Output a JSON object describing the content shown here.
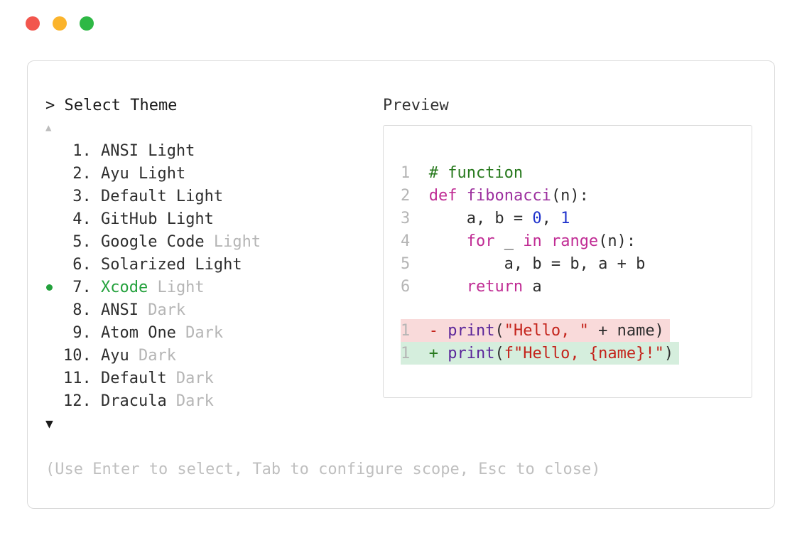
{
  "window": {
    "controls": [
      {
        "name": "close",
        "color": "#f2564d"
      },
      {
        "name": "minimize",
        "color": "#fbb42c"
      },
      {
        "name": "zoom",
        "color": "#2eb845"
      }
    ]
  },
  "picker": {
    "prompt": "> Select Theme",
    "up_indicator": "▲",
    "down_indicator": "▼",
    "hint": "(Use Enter to select, Tab to configure scope, Esc to close)",
    "items": [
      {
        "num": "1.",
        "name": "ANSI",
        "variant": "Light",
        "dim_variant": false,
        "selected": false
      },
      {
        "num": "2.",
        "name": "Ayu",
        "variant": "Light",
        "dim_variant": false,
        "selected": false
      },
      {
        "num": "3.",
        "name": "Default",
        "variant": "Light",
        "dim_variant": false,
        "selected": false
      },
      {
        "num": "4.",
        "name": "GitHub",
        "variant": "Light",
        "dim_variant": false,
        "selected": false
      },
      {
        "num": "5.",
        "name": "Google Code",
        "variant": "Light",
        "dim_variant": true,
        "selected": false
      },
      {
        "num": "6.",
        "name": "Solarized",
        "variant": "Light",
        "dim_variant": false,
        "selected": false
      },
      {
        "num": "7.",
        "name": "Xcode",
        "variant": "Light",
        "dim_variant": true,
        "selected": true
      },
      {
        "num": "8.",
        "name": "ANSI",
        "variant": "Dark",
        "dim_variant": true,
        "selected": false
      },
      {
        "num": "9.",
        "name": "Atom One",
        "variant": "Dark",
        "dim_variant": true,
        "selected": false
      },
      {
        "num": "10.",
        "name": "Ayu",
        "variant": "Dark",
        "dim_variant": true,
        "selected": false
      },
      {
        "num": "11.",
        "name": "Default",
        "variant": "Dark",
        "dim_variant": true,
        "selected": false
      },
      {
        "num": "12.",
        "name": "Dracula",
        "variant": "Dark",
        "dim_variant": true,
        "selected": false
      }
    ]
  },
  "preview": {
    "title": "Preview",
    "code_lines": [
      {
        "num": "1",
        "segments": [
          {
            "t": "# function",
            "c": "comment"
          }
        ]
      },
      {
        "num": "2",
        "segments": [
          {
            "t": "def",
            "c": "keyword"
          },
          {
            "t": " "
          },
          {
            "t": "fibonacci",
            "c": "defname"
          },
          {
            "t": "(n):"
          }
        ]
      },
      {
        "num": "3",
        "segments": [
          {
            "t": "    a, b = "
          },
          {
            "t": "0",
            "c": "number"
          },
          {
            "t": ", "
          },
          {
            "t": "1",
            "c": "number"
          }
        ]
      },
      {
        "num": "4",
        "segments": [
          {
            "t": "    "
          },
          {
            "t": "for",
            "c": "keyword"
          },
          {
            "t": " _ "
          },
          {
            "t": "in",
            "c": "keyword"
          },
          {
            "t": " "
          },
          {
            "t": "range",
            "c": "keyword"
          },
          {
            "t": "(n):"
          }
        ]
      },
      {
        "num": "5",
        "segments": [
          {
            "t": "        a, b = b, a + b"
          }
        ]
      },
      {
        "num": "6",
        "segments": [
          {
            "t": "    "
          },
          {
            "t": "return",
            "c": "keyword"
          },
          {
            "t": " a"
          }
        ]
      }
    ],
    "diff_lines": [
      {
        "num": "1",
        "kind": "removed",
        "segments": [
          {
            "t": "- ",
            "c": "diff-minus"
          },
          {
            "t": "print",
            "c": "builtin"
          },
          {
            "t": "("
          },
          {
            "t": "\"Hello, \"",
            "c": "string"
          },
          {
            "t": " + name)"
          }
        ]
      },
      {
        "num": "1",
        "kind": "added",
        "segments": [
          {
            "t": "+ ",
            "c": "diff-plus"
          },
          {
            "t": "print",
            "c": "builtin"
          },
          {
            "t": "("
          },
          {
            "t": "f\"Hello, {name}!\"",
            "c": "string"
          },
          {
            "t": ")"
          }
        ]
      }
    ]
  },
  "palette": {
    "selected_green": "#23a13c",
    "text": "#2e2e2e",
    "dim_text": "#b5b5b5",
    "hint_text": "#bfbfbf",
    "panel_border": "#dadada",
    "preview_border": "#dcdcdc",
    "syntax": {
      "comment": "#27791d",
      "keyword": "#c02c94",
      "defname": "#9c2f9e",
      "number": "#2033cc",
      "string": "#c4231b",
      "builtin": "#5b269a",
      "line_number": "#b5b5b5",
      "plain": "#2d2d2d",
      "diff_removed_bg": "#f9dada",
      "diff_added_bg": "#d5eedd",
      "diff_minus": "#c4231b",
      "diff_plus": "#27791d"
    }
  }
}
